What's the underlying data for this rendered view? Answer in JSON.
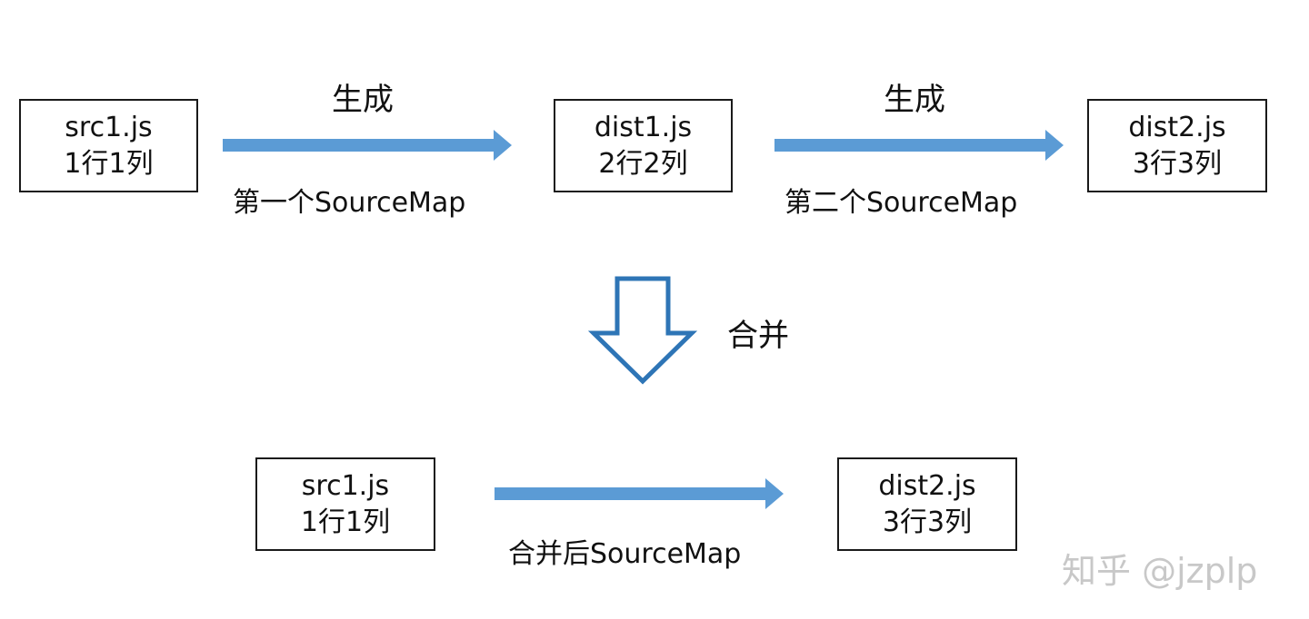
{
  "top_row": {
    "box_src": {
      "line1": "src1.js",
      "line2": "1行1列"
    },
    "box_dist1": {
      "line1": "dist1.js",
      "line2": "2行2列"
    },
    "box_dist2": {
      "line1": "dist2.js",
      "line2": "3行3列"
    },
    "arrow1_top_label": "生成",
    "arrow1_bottom_label": "第一个SourceMap",
    "arrow2_top_label": "生成",
    "arrow2_bottom_label": "第二个SourceMap"
  },
  "merge": {
    "label": "合并"
  },
  "bottom_row": {
    "box_src": {
      "line1": "src1.js",
      "line2": "1行1列"
    },
    "box_dist2": {
      "line1": "dist2.js",
      "line2": "3行3列"
    },
    "arrow_bottom_label": "合并后SourceMap"
  },
  "watermark": "知乎 @jzplp",
  "colors": {
    "arrow_fill": "#5b9bd5",
    "arrow_outline": "#2e75b6",
    "box_border": "#1a1a1a"
  }
}
